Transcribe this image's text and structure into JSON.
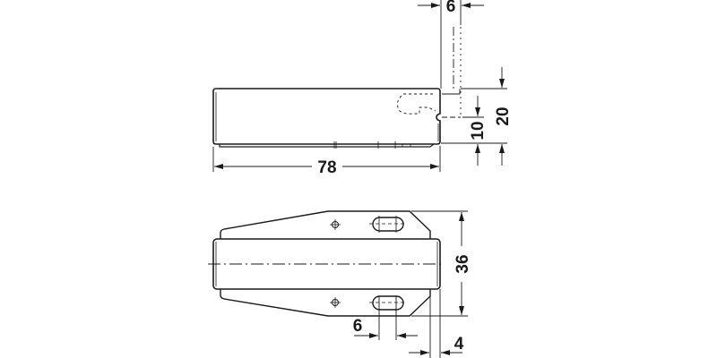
{
  "drawing": {
    "title": "Push latch technical drawing",
    "stroke_color": "#1a1a1a",
    "background": "#ffffff",
    "side_view": {
      "dimensions": {
        "length": "78",
        "height": "20",
        "strike_offset": "10",
        "strike_width": "6"
      }
    },
    "top_view": {
      "dimensions": {
        "width": "36",
        "slot_length": "6",
        "front_offset": "4"
      }
    }
  }
}
